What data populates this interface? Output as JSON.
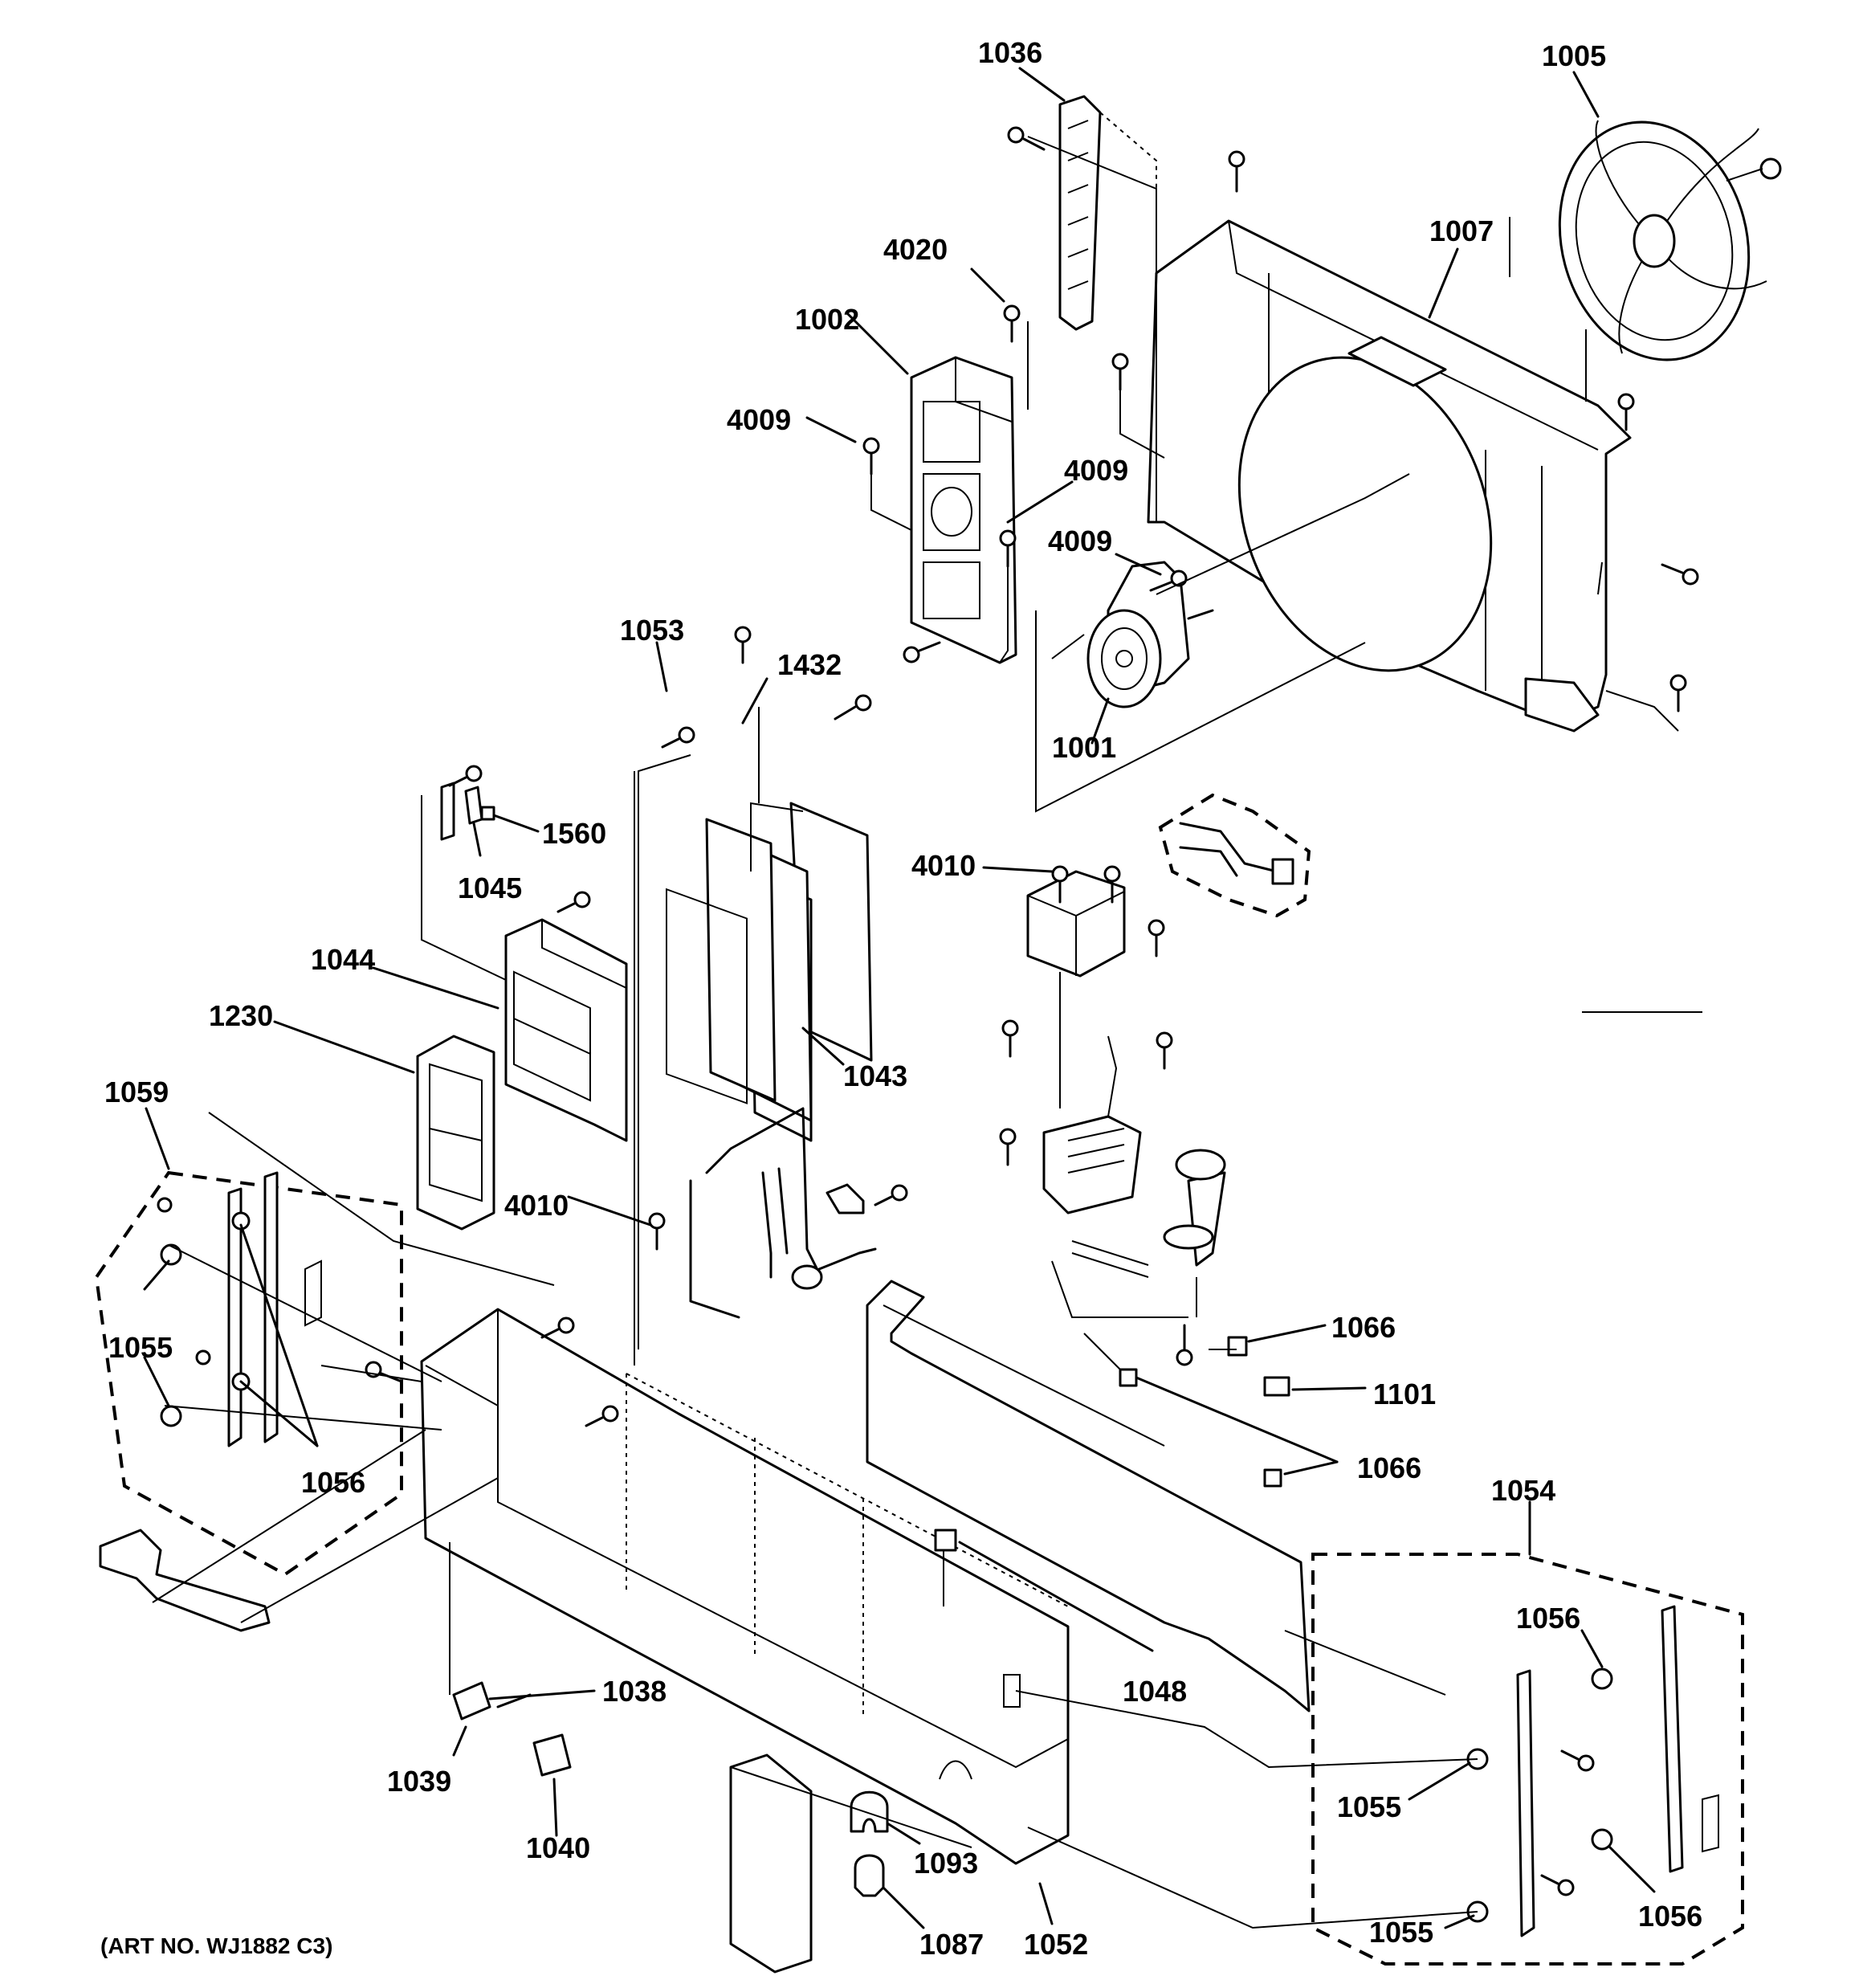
{
  "callouts": [
    {
      "id": "c1036a",
      "text": "1036"
    },
    {
      "id": "c1005",
      "text": "1005"
    },
    {
      "id": "c1007",
      "text": "1007"
    },
    {
      "id": "c4020",
      "text": "4020"
    },
    {
      "id": "c1002",
      "text": "1002"
    },
    {
      "id": "c4009a",
      "text": "4009"
    },
    {
      "id": "c4009b",
      "text": "4009"
    },
    {
      "id": "c4009c",
      "text": "4009"
    },
    {
      "id": "c1053",
      "text": "1053"
    },
    {
      "id": "c1432",
      "text": "1432"
    },
    {
      "id": "c1001",
      "text": "1001"
    },
    {
      "id": "c1560",
      "text": "1560"
    },
    {
      "id": "c1045",
      "text": "1045"
    },
    {
      "id": "c4010a",
      "text": "4010"
    },
    {
      "id": "c1044",
      "text": "1044"
    },
    {
      "id": "c1230",
      "text": "1230"
    },
    {
      "id": "c1043",
      "text": "1043"
    },
    {
      "id": "c1059",
      "text": "1059"
    },
    {
      "id": "c4010b",
      "text": "4010"
    },
    {
      "id": "c1055a",
      "text": "1055"
    },
    {
      "id": "c1066a",
      "text": "1066"
    },
    {
      "id": "c1101",
      "text": "1101"
    },
    {
      "id": "c1056a",
      "text": "1056"
    },
    {
      "id": "c1066b",
      "text": "1066"
    },
    {
      "id": "c1054",
      "text": "1054"
    },
    {
      "id": "c1056b",
      "text": "1056"
    },
    {
      "id": "c1048",
      "text": "1048"
    },
    {
      "id": "c1038",
      "text": "1038"
    },
    {
      "id": "c1039",
      "text": "1039"
    },
    {
      "id": "c1055b",
      "text": "1055"
    },
    {
      "id": "c1040",
      "text": "1040"
    },
    {
      "id": "c1093",
      "text": "1093"
    },
    {
      "id": "c1056c",
      "text": "1056"
    },
    {
      "id": "c1087",
      "text": "1087"
    },
    {
      "id": "c1052",
      "text": "1052"
    },
    {
      "id": "c1055c",
      "text": "1055"
    }
  ],
  "art_number": "(ART NO. WJ1882 C3)"
}
